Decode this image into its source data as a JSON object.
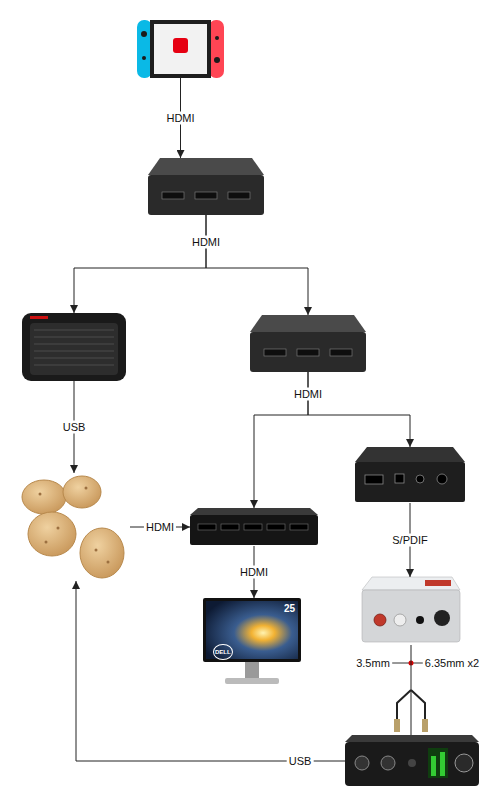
{
  "diagram": {
    "nodes": [
      {
        "text": []
      },
      {
        "text": []
      },
      {
        "text": []
      },
      {
        "text": []
      },
      {
        "text": []
      },
      {
        "text": []
      },
      {
        "text": []
      },
      {
        "text": []
      },
      {
        "text": [
          "25",
          "DELL"
        ]
      },
      {
        "text": []
      }
    ],
    "edges": [
      {
        "from": 0,
        "to": 1,
        "arrow": "to",
        "label": "HDMI"
      },
      {
        "from": 1,
        "to": 2,
        "arrow": "to",
        "label": "HDMI"
      },
      {
        "from": 1,
        "to": 3,
        "arrow": "to"
      },
      {
        "from": 2,
        "to": 5,
        "arrow": "to",
        "label": "USB"
      },
      {
        "from": 3,
        "to": 6,
        "arrow": "to",
        "label": "HDMI"
      },
      {
        "from": 3,
        "to": 4,
        "arrow": "to"
      },
      {
        "from": 5,
        "to": 6,
        "arrow": "to",
        "label": "HDMI"
      },
      {
        "from": 6,
        "to": 8,
        "arrow": "to",
        "label": "HDMI"
      },
      {
        "from": 4,
        "to": 7,
        "arrow": "to",
        "label": "S/PDIF"
      },
      {
        "from": 7,
        "to": 9,
        "arrow": "none",
        "label": "3.5mm"
      },
      {
        "from": 9,
        "to": 5,
        "arrow": "to",
        "label": "USB"
      }
    ],
    "labels": [
      "6.35mm x2"
    ]
  }
}
